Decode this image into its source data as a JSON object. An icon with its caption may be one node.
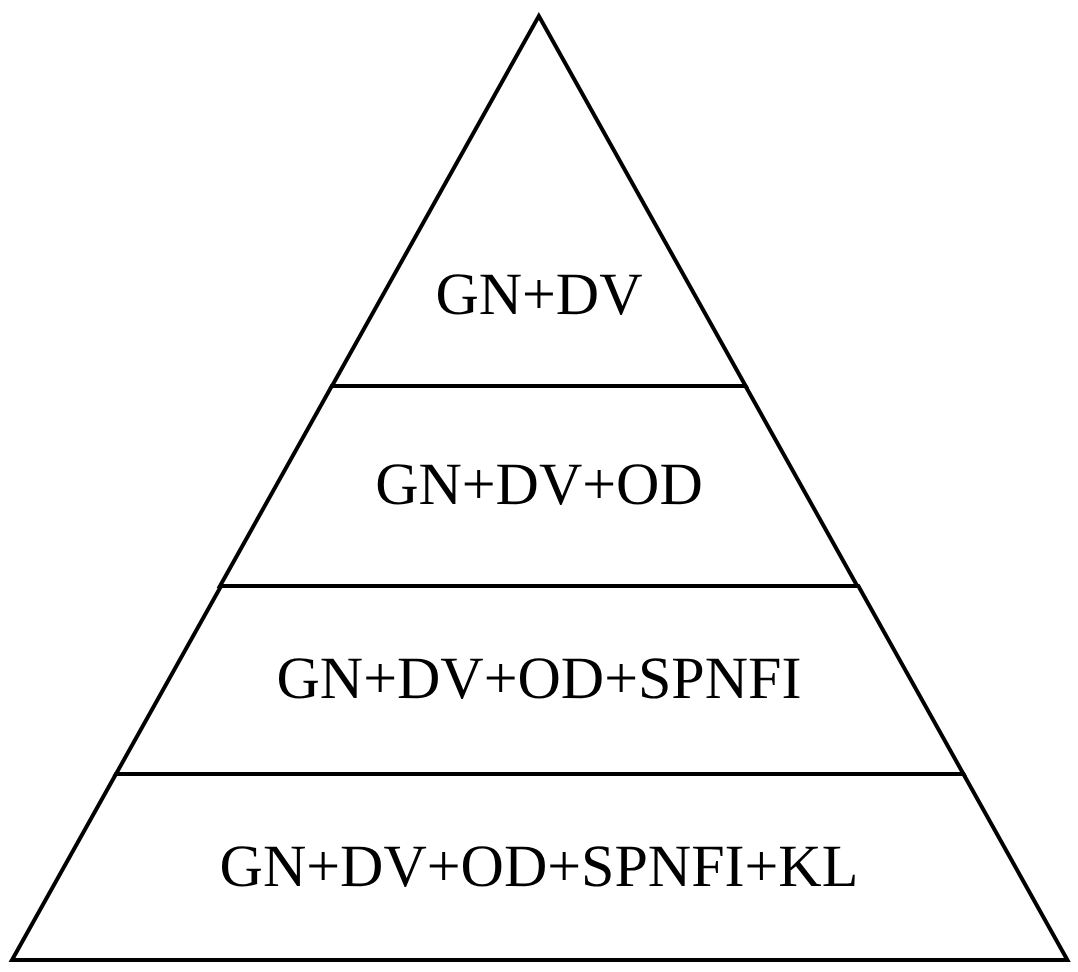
{
  "diagram": {
    "nodes": [
      {
        "text": [
          "GN+DV"
        ]
      },
      {
        "text": [
          "GN+DV+OD"
        ]
      },
      {
        "text": [
          "GN+DV+OD+SPNFI"
        ]
      },
      {
        "text": [
          "GN+DV+OD+SPNFI+KL"
        ]
      }
    ]
  }
}
